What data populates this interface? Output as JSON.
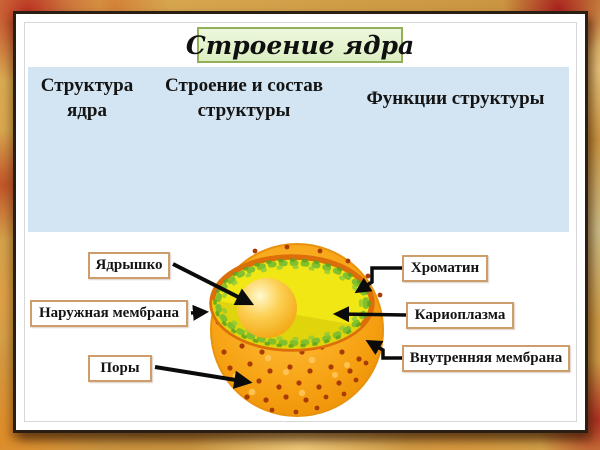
{
  "slide": {
    "title": "Строение ядра",
    "table": {
      "columns": [
        "Структура ядра",
        "Строение и состав структуры",
        "Функции структуры"
      ]
    },
    "diagram": {
      "subject": "cell-nucleus",
      "labels": {
        "nucleolus": "Ядрышко",
        "outer_membrane": "Наружная мембрана",
        "pores": "Поры",
        "chromatin": "Хроматин",
        "karyoplasm": "Кариоплазма",
        "inner_membrane": "Внутренняя мембрана"
      }
    }
  },
  "colors": {
    "table_header_bg": "#D3E5F2",
    "title_bg": "#DCEFC2",
    "title_border": "#93AF58",
    "label_border": "#CD9D6C",
    "nucleus_outer": "#F6A113",
    "nucleus_karyoplasm": "#F1E714",
    "membrane_rim": "#DD6F0B",
    "chromatin_green": "#7CBE2E",
    "pore_dot": "#A93B05",
    "arrow": "#0B0B0B",
    "frame_berry_red": "#BA2C20",
    "frame_amber": "#D3A149"
  }
}
